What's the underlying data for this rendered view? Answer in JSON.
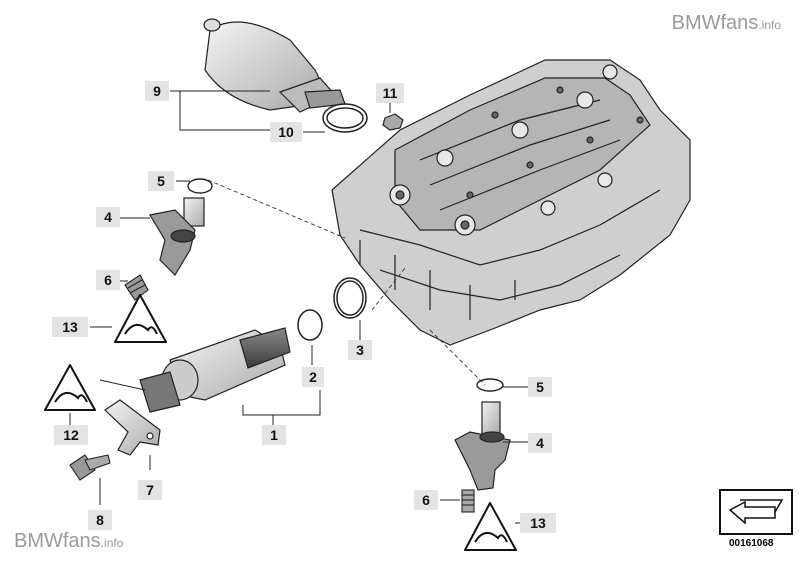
{
  "watermark_top": {
    "brand": "BMWfans",
    "suffix": ".info"
  },
  "watermark_bottom": {
    "brand": "BMWfans",
    "suffix": ".info"
  },
  "document_number": "00161068",
  "callouts": [
    {
      "id": "9",
      "text": "9"
    },
    {
      "id": "11",
      "text": "11"
    },
    {
      "id": "10",
      "text": "10"
    },
    {
      "id": "5a",
      "text": "5"
    },
    {
      "id": "4a",
      "text": "4"
    },
    {
      "id": "6a",
      "text": "6"
    },
    {
      "id": "13a",
      "text": "13"
    },
    {
      "id": "3",
      "text": "3"
    },
    {
      "id": "2",
      "text": "2"
    },
    {
      "id": "1",
      "text": "1"
    },
    {
      "id": "12",
      "text": "12"
    },
    {
      "id": "7",
      "text": "7"
    },
    {
      "id": "8",
      "text": "8"
    },
    {
      "id": "5b",
      "text": "5"
    },
    {
      "id": "4b",
      "text": "4"
    },
    {
      "id": "6b",
      "text": "6"
    },
    {
      "id": "13b",
      "text": "13"
    }
  ]
}
